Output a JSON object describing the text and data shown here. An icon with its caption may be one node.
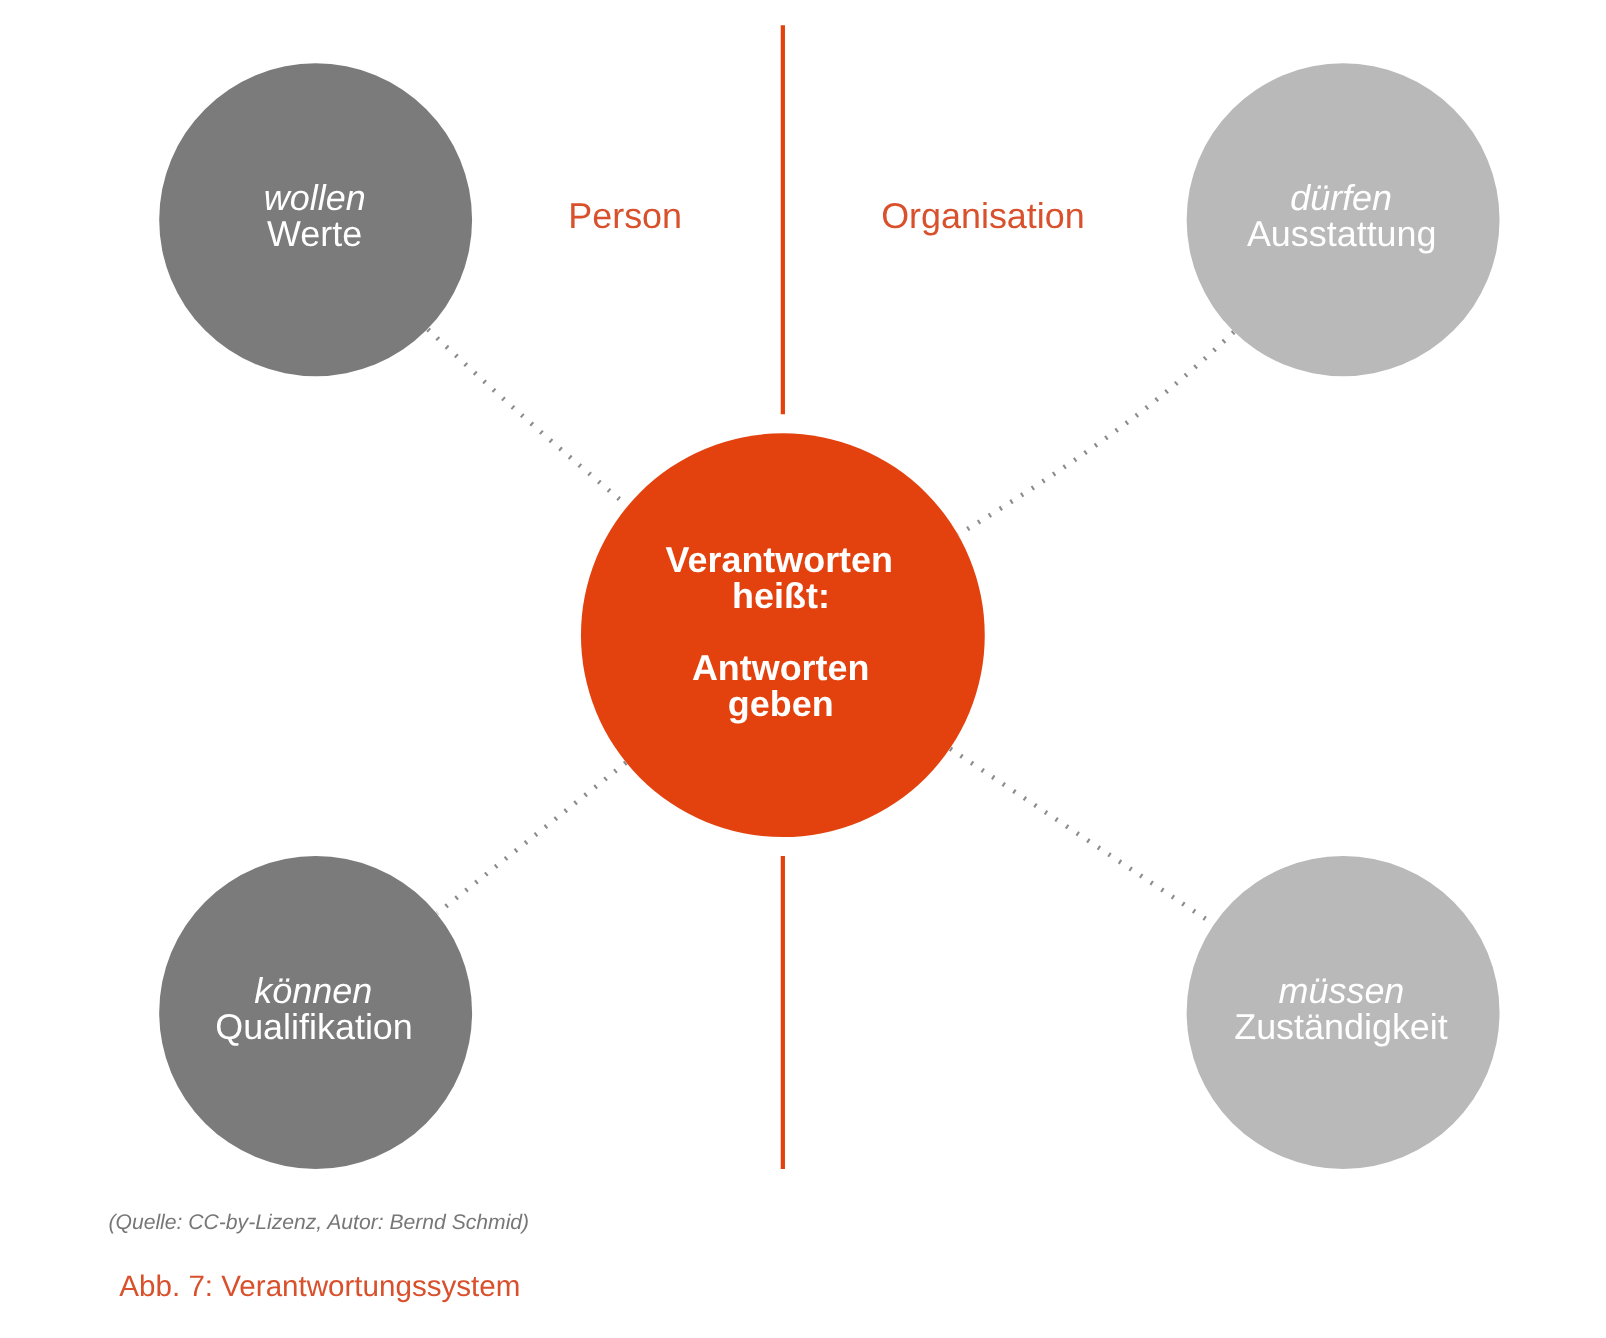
{
  "diagram": {
    "caption": "Abb. 7: Verantwortungssystem",
    "nodes": [
      {
        "text": [
          "wollen",
          "Werte"
        ]
      },
      {
        "text": [
          "dürfen",
          "Ausstattung"
        ]
      },
      {
        "text": [
          "Verantworten heißt:",
          "Antworten geben"
        ]
      },
      {
        "text": [
          "können",
          "Qualifikation"
        ]
      },
      {
        "text": [
          "müssen",
          "Zuständigkeit"
        ]
      }
    ],
    "edges": [
      {
        "from": 0,
        "to": 2,
        "arrow": "none"
      },
      {
        "from": 1,
        "to": 2,
        "arrow": "none"
      },
      {
        "from": 2,
        "to": 3,
        "arrow": "none"
      },
      {
        "from": 2,
        "to": 4,
        "arrow": "none"
      }
    ],
    "labels": [
      "Person",
      "Organisation",
      "(Quelle: CC-by-Lizenz, Autor: Bernd Schmid)"
    ]
  }
}
